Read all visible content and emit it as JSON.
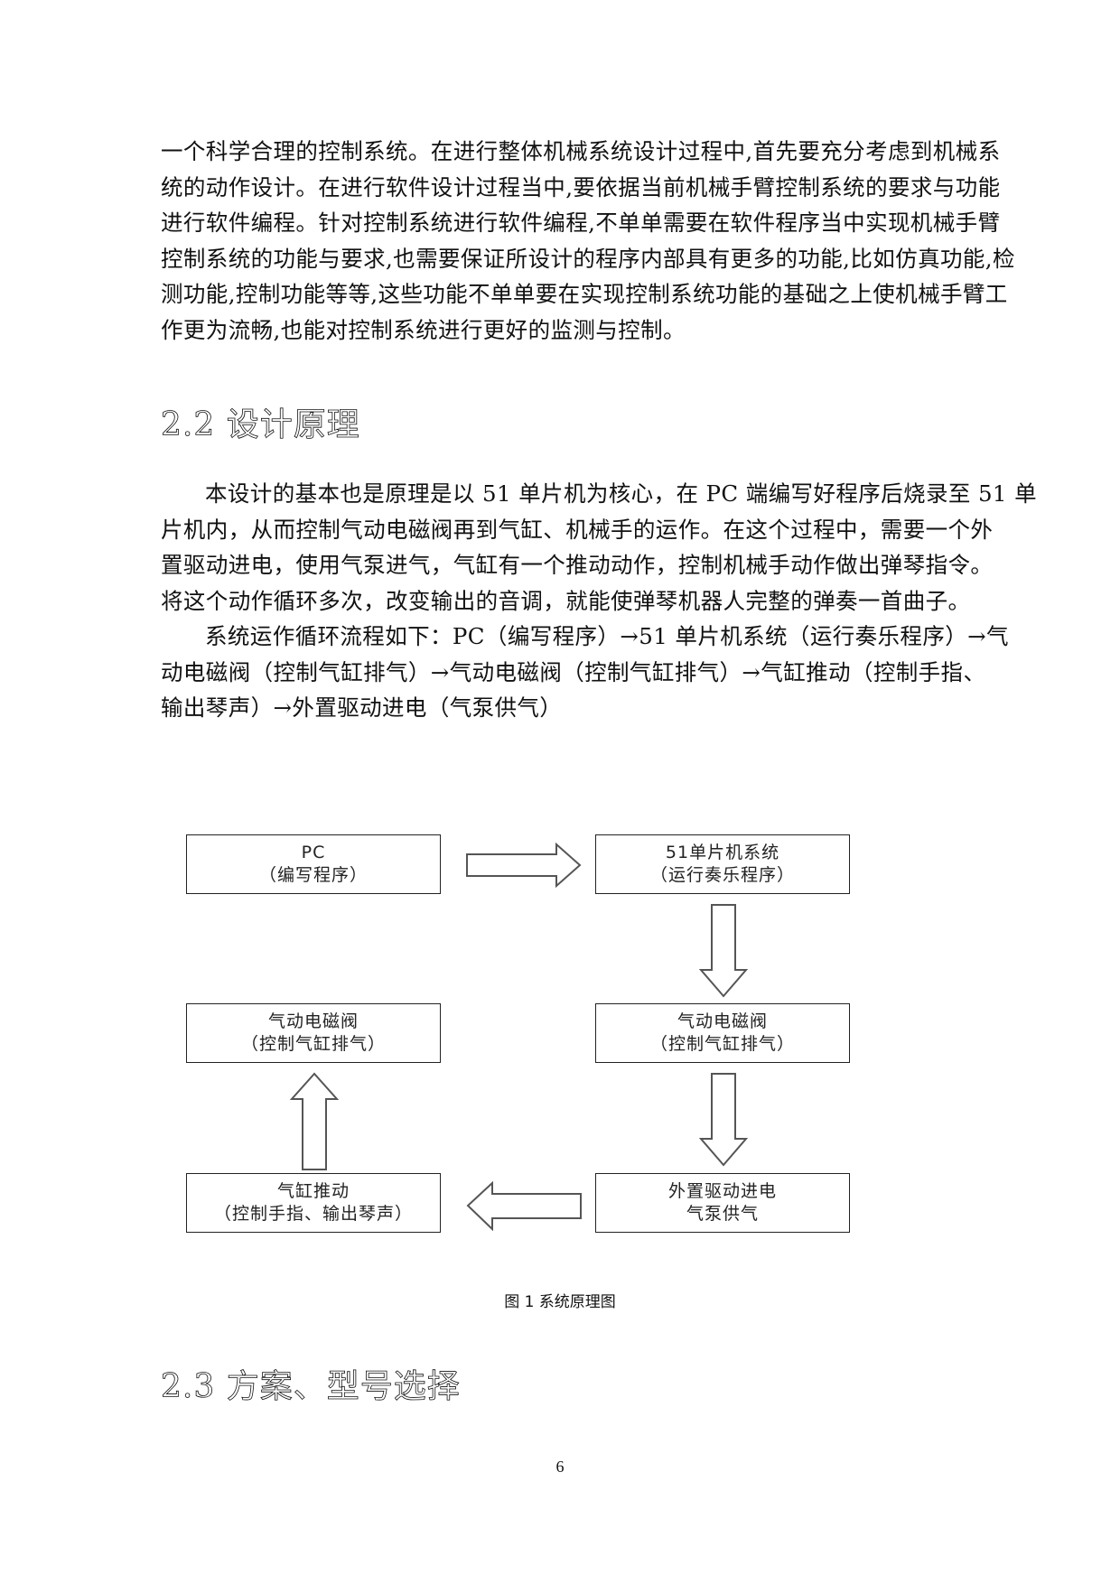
{
  "intro_paragraph": {
    "lines": [
      "一个科学合理的控制系统。在进行整体机械系统设计过程中,首先要充分考虑到机械系",
      "统的动作设计。在进行软件设计过程当中,要依据当前机械手臂控制系统的要求与功能",
      "进行软件编程。针对控制系统进行软件编程,不单单需要在软件程序当中实现机械手臂",
      "控制系统的功能与要求,也需要保证所设计的程序内部具有更多的功能,比如仿真功能,检",
      "测功能,控制功能等等,这些功能不单单要在实现控制系统功能的基础之上使机械手臂工",
      "作更为流畅,也能对控制系统进行更好的监测与控制。"
    ]
  },
  "section_2_2": {
    "heading": "2.2 设计原理",
    "paragraph1": {
      "lines": [
        "本设计的基本也是原理是以 51 单片机为核心，在 PC 端编写好程序后烧录至 51 单",
        "片机内，从而控制气动电磁阀再到气缸、机械手的运作。在这个过程中，需要一个外",
        "置驱动进电，使用气泵进气，气缸有一个推动动作，控制机械手动作做出弹琴指令。",
        "将这个动作循环多次，改变输出的音调，就能使弹琴机器人完整的弹奏一首曲子。"
      ]
    },
    "paragraph2": {
      "lines": [
        "系统运作循环流程如下：PC（编写程序）→51 单片机系统（运行奏乐程序）→气",
        "动电磁阀（控制气缸排气）→气动电磁阀（控制气缸排气）→气缸推动（控制手指、",
        "输出琴声）→外置驱动进电（气泵供气）"
      ]
    }
  },
  "diagram": {
    "boxes": [
      {
        "id": "pc",
        "line1": "PC",
        "line2": "（编写程序）"
      },
      {
        "id": "mcu",
        "line1": "51单片机系统",
        "line2": "（运行奏乐程序）"
      },
      {
        "id": "valve_right",
        "line1": "气动电磁阀",
        "line2": "（控制气缸排气）"
      },
      {
        "id": "valve_left",
        "line1": "气动电磁阀",
        "line2": "（控制气缸排气）"
      },
      {
        "id": "power",
        "line1": "外置驱动进电",
        "line2": "气泵供气"
      },
      {
        "id": "cylinder",
        "line1": "气缸推动",
        "line2": "（控制手指、输出琴声）"
      }
    ],
    "arrows": [
      "right",
      "down",
      "down",
      "left",
      "up"
    ],
    "caption": "图 1 系统原理图"
  },
  "section_2_3": {
    "heading": "2.3 方案、型号选择"
  },
  "footer": {
    "page_number": "6"
  }
}
